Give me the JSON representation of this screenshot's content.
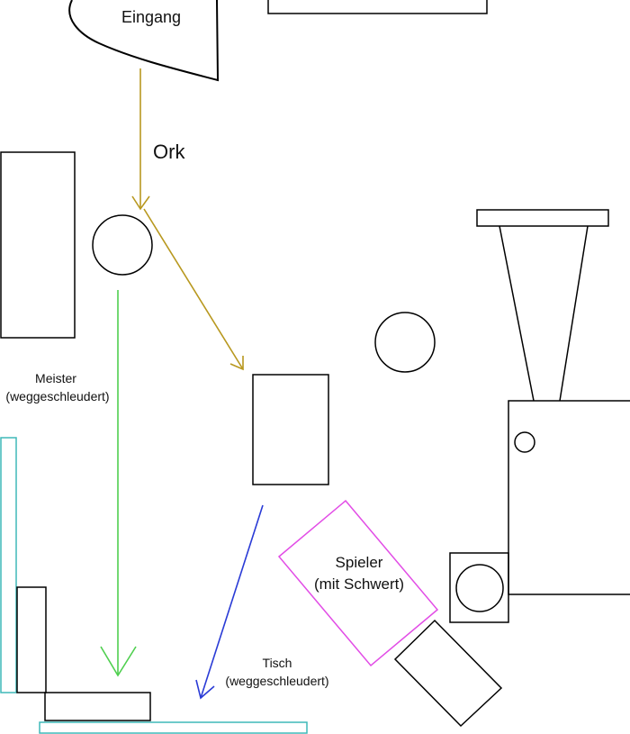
{
  "labels": {
    "entrance": "Eingang",
    "orc": "Ork",
    "master_line1": "Meister",
    "master_line2": "(weggeschleudert)",
    "player_line1": "Spieler",
    "player_line2": "(mit Schwert)",
    "table_line1": "Tisch",
    "table_line2": "(weggeschleudert)"
  },
  "colors": {
    "outline": "#000000",
    "orc_path": "#b8981f",
    "master_path": "#4fcf4f",
    "table_path": "#2a3bd6",
    "player": "#e24de6",
    "teal": "#3fb9b9"
  }
}
